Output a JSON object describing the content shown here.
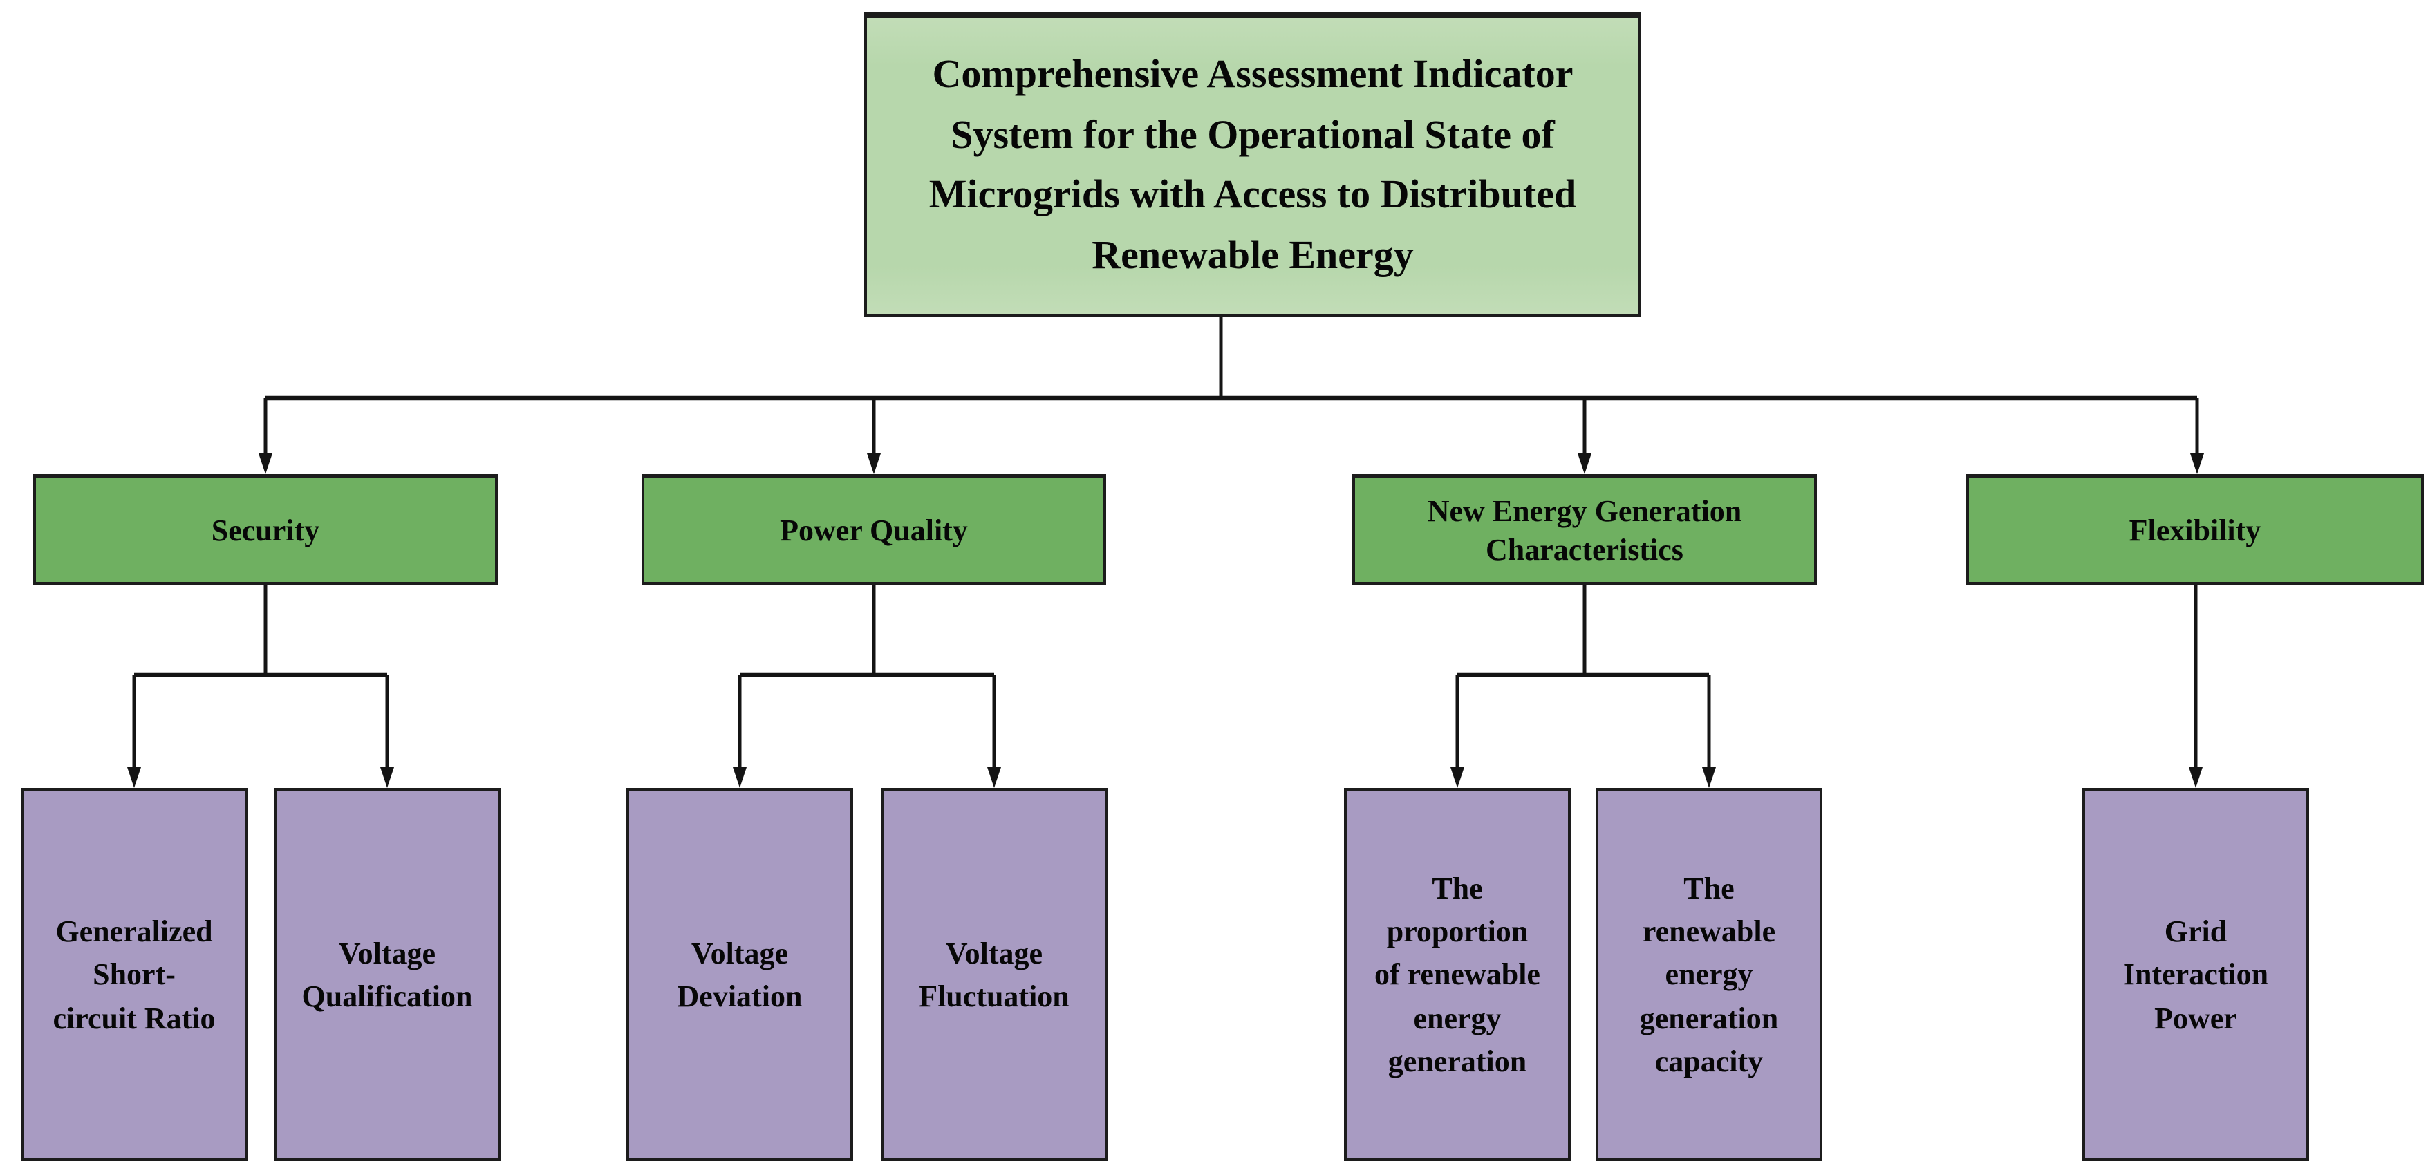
{
  "diagram": {
    "root": {
      "label": "Comprehensive Assessment Indicator\nSystem for the Operational State of\nMicrogrids with Access to Distributed\nRenewable Energy"
    },
    "categories": [
      {
        "label": "Security",
        "children": [
          {
            "label": "Generalized\nShort-\ncircuit Ratio"
          },
          {
            "label": "Voltage\nQualification"
          }
        ]
      },
      {
        "label": "Power Quality",
        "children": [
          {
            "label": "Voltage\nDeviation"
          },
          {
            "label": "Voltage\nFluctuation"
          }
        ]
      },
      {
        "label": "New Energy Generation\nCharacteristics",
        "children": [
          {
            "label": "The\nproportion\nof renewable\nenergy\ngeneration"
          },
          {
            "label": "The\nrenewable\nenergy\ngeneration\ncapacity"
          }
        ]
      },
      {
        "label": "Flexibility",
        "children": [
          {
            "label": "Grid\nInteraction\nPower"
          }
        ]
      }
    ],
    "colors": {
      "root_fill": "#b7d7ac",
      "category_fill": "#6fb061",
      "leaf_fill": "#a89bc2",
      "border": "#1c1c1c",
      "connector": "#141414",
      "text": "#070707"
    }
  }
}
